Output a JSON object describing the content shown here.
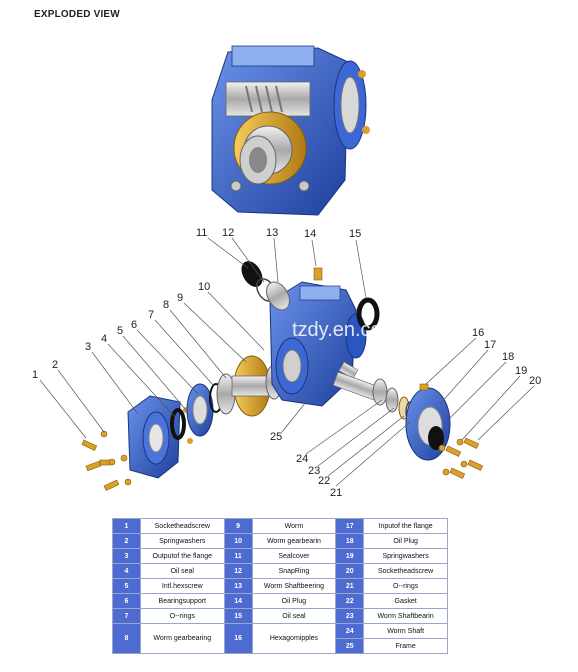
{
  "title": "EXPLODED VIEW",
  "watermark": "tzdy.en.com",
  "colors": {
    "housing_blue": "#2f5fc8",
    "accent_gold": "#d9a02a",
    "table_blue": "#4d6bd0"
  },
  "callouts": [
    "1",
    "2",
    "3",
    "4",
    "5",
    "6",
    "7",
    "8",
    "9",
    "10",
    "11",
    "12",
    "13",
    "14",
    "15",
    "16",
    "17",
    "18",
    "19",
    "20",
    "21",
    "22",
    "23",
    "24",
    "25"
  ],
  "parts": [
    {
      "no": "1",
      "name": "Socketheadscrew"
    },
    {
      "no": "2",
      "name": "Springwashers"
    },
    {
      "no": "3",
      "name": "Outputof the flange"
    },
    {
      "no": "4",
      "name": "Oil seal"
    },
    {
      "no": "5",
      "name": "Intl.hexscrew"
    },
    {
      "no": "6",
      "name": "Bearingsupport"
    },
    {
      "no": "7",
      "name": "O--rings"
    },
    {
      "no": "8",
      "name": "Worm gearbearing"
    },
    {
      "no": "9",
      "name": "Worm"
    },
    {
      "no": "10",
      "name": "Worm gearbearin"
    },
    {
      "no": "11",
      "name": "Sealcover"
    },
    {
      "no": "12",
      "name": "SnapRing"
    },
    {
      "no": "13",
      "name": "Worm Shaftbeering"
    },
    {
      "no": "14",
      "name": "Oil Plug"
    },
    {
      "no": "15",
      "name": "Oil seal"
    },
    {
      "no": "16",
      "name": "Hexagomipples"
    },
    {
      "no": "17",
      "name": "Inputof the flange"
    },
    {
      "no": "18",
      "name": "Oil Plug"
    },
    {
      "no": "19",
      "name": "Springwashers"
    },
    {
      "no": "20",
      "name": "Socketheadscrew"
    },
    {
      "no": "21",
      "name": "O--rings"
    },
    {
      "no": "22",
      "name": "Gasket"
    },
    {
      "no": "23",
      "name": "Worm Shaftbearin"
    },
    {
      "no": "24",
      "name": "Worm Shaft"
    },
    {
      "no": "25",
      "name": "Frame"
    }
  ]
}
